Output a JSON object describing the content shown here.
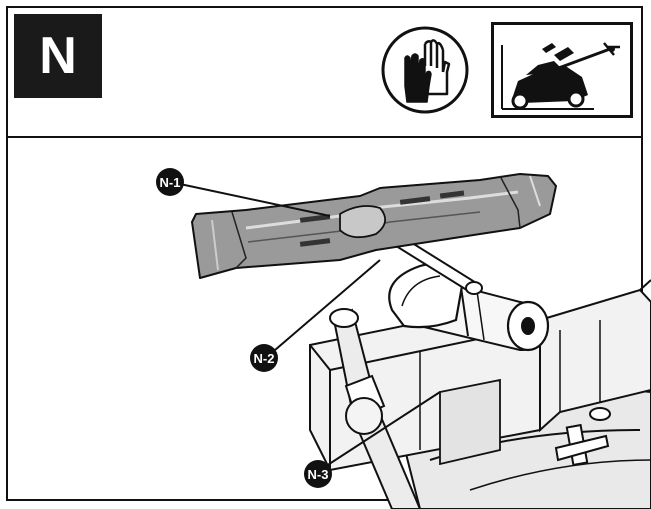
{
  "header": {
    "step_letter": "N",
    "icons": [
      "gloves-icon",
      "lawn-mower-tipped-icon"
    ]
  },
  "callouts": [
    {
      "id": "n1",
      "label": "N-1"
    },
    {
      "id": "n2",
      "label": "N-2"
    },
    {
      "id": "n3",
      "label": "N-3"
    }
  ]
}
